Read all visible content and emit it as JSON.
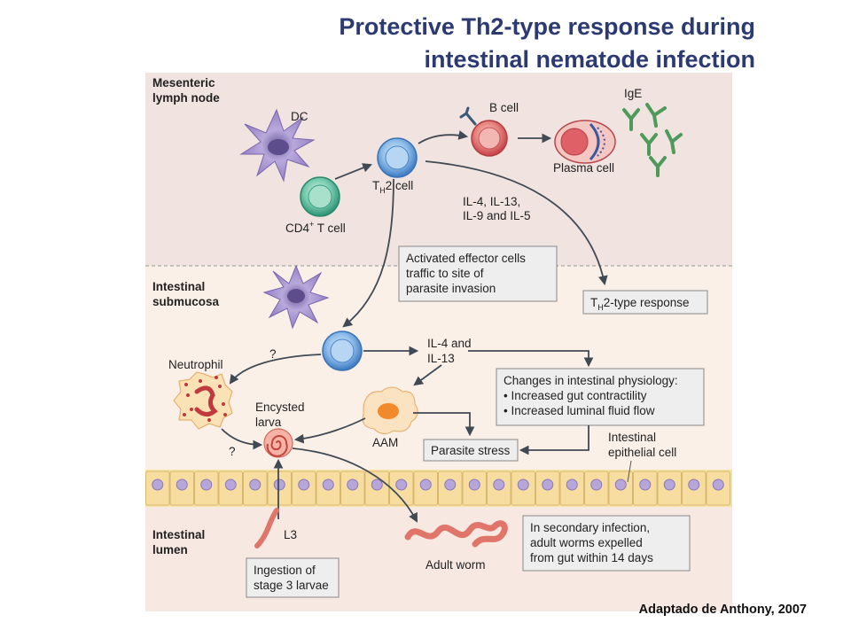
{
  "title": {
    "line1": "Protective Th2-type response during",
    "line2": "intestinal nematode infection"
  },
  "regions": {
    "mesenteric_line1": "Mesenteric",
    "mesenteric_line2": "lymph node",
    "submucosa_line1": "Intestinal",
    "submucosa_line2": "submucosa",
    "lumen_line1": "Intestinal",
    "lumen_line2": "lumen"
  },
  "cells": {
    "dc": "DC",
    "b_cell": "B cell",
    "ige": "IgE",
    "plasma_cell": "Plasma cell",
    "th2_prefix": "T",
    "th2_sub": "H",
    "th2_suffix": "2 cell",
    "cd4_prefix": "CD4",
    "cd4_sup": "+",
    "cd4_suffix": " T cell",
    "neutrophil": "Neutrophil",
    "encysted_line1": "Encysted",
    "encysted_line2": "larva",
    "aam": "AAM",
    "epithelial_line1": "Intestinal",
    "epithelial_line2": "epithelial cell",
    "l3": "L3",
    "adult_worm": "Adult worm"
  },
  "labels": {
    "cytokines_line1": "IL-4, IL-13,",
    "cytokines_line2": "IL-9 and IL-5",
    "il_line1": "IL-4 and",
    "il_line2": "IL-13",
    "question1": "?",
    "question2": "?"
  },
  "boxes": {
    "activated": [
      "Activated effector cells",
      "traffic to site of",
      "parasite invasion"
    ],
    "th2_response_prefix": "T",
    "th2_response_sub": "H",
    "th2_response_suffix": "2-type response",
    "physiology": [
      "Changes in intestinal physiology:",
      "• Increased gut contractility",
      "• Increased luminal fluid flow"
    ],
    "parasite_stress": "Parasite stress",
    "secondary": [
      "In secondary infection,",
      "adult worms expelled",
      "from gut within 14 days"
    ],
    "ingestion": [
      "Ingestion of",
      "stage 3 larvae"
    ]
  },
  "citation": "Adaptado de Anthony, 2007",
  "colors": {
    "title": "#2c3a73",
    "lymph_node_bg": "#f1e3df",
    "submucosa_bg": "#fbf0e8",
    "lumen_bg": "#f7e8e2",
    "t_cell": "#4a8fd6",
    "cd4_cell": "#3aaa8a",
    "dc": "#9a86c4",
    "b_cell": "#d9545a",
    "ige": "#4e9a5a",
    "worm": "#e0766a",
    "aam": "#f0a040",
    "box_fill": "#eeeeee"
  }
}
